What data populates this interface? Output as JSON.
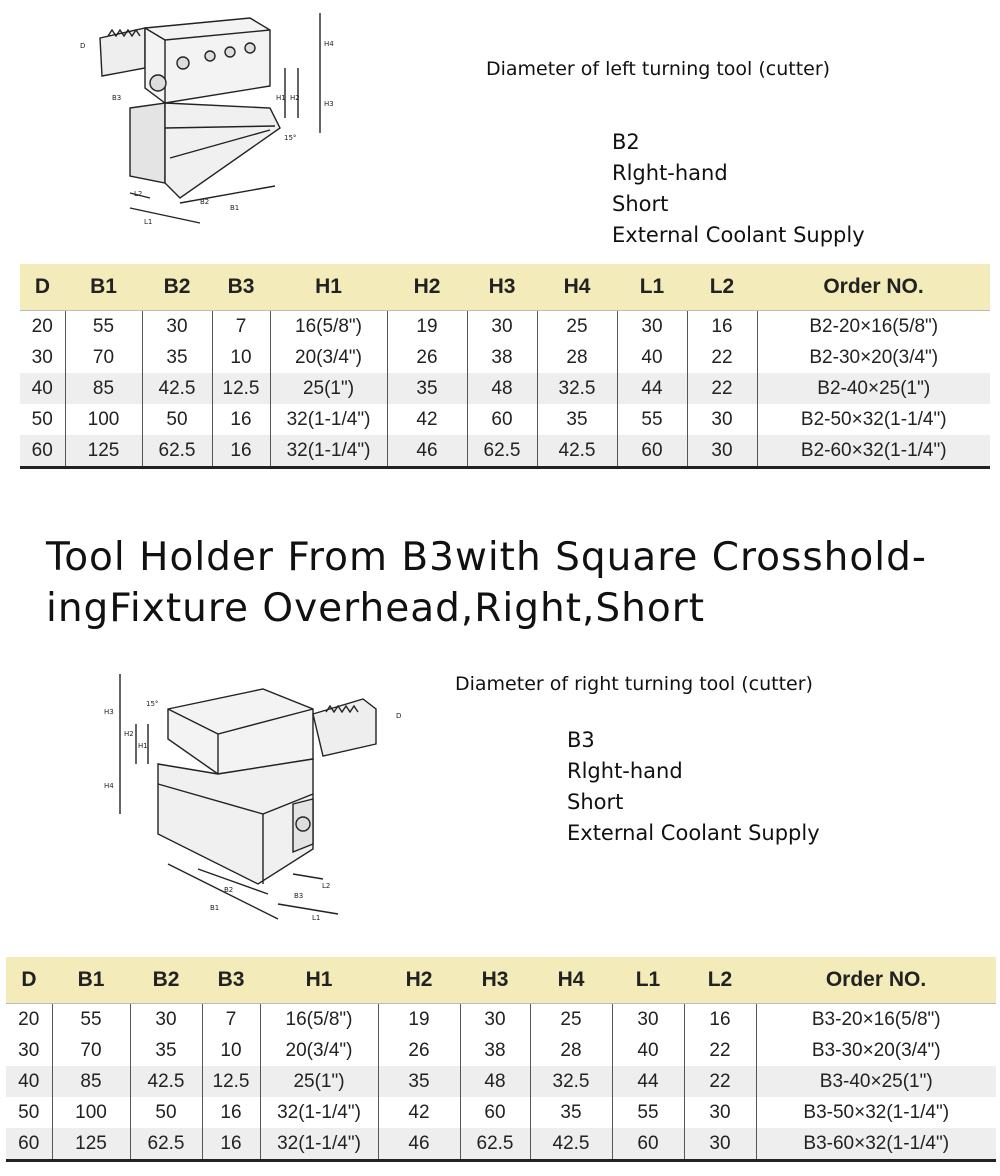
{
  "section1": {
    "caption": "Diameter of left turning tool (cutter)",
    "spec_lines": [
      "B2",
      "Rlght-hand",
      "Short",
      "External Coolant Supply"
    ],
    "drawing_labels": [
      "D",
      "H4",
      "H3",
      "H1",
      "H2",
      "B3",
      "15°",
      "L2",
      "B2",
      "B1",
      "L1"
    ],
    "table": {
      "headers": [
        "D",
        "B1",
        "B2",
        "B3",
        "H1",
        "H2",
        "H3",
        "H4",
        "L1",
        "L2",
        "Order NO."
      ],
      "rows": [
        [
          "20",
          "55",
          "30",
          "7",
          "16(5/8\")",
          "19",
          "30",
          "25",
          "30",
          "16",
          "B2-20×16(5/8\")"
        ],
        [
          "30",
          "70",
          "35",
          "10",
          "20(3/4\")",
          "26",
          "38",
          "28",
          "40",
          "22",
          "B2-30×20(3/4\")"
        ],
        [
          "40",
          "85",
          "42.5",
          "12.5",
          "25(1\")",
          "35",
          "48",
          "32.5",
          "44",
          "22",
          "B2-40×25(1\")"
        ],
        [
          "50",
          "100",
          "50",
          "16",
          "32(1-1/4\")",
          "42",
          "60",
          "35",
          "55",
          "30",
          "B2-50×32(1-1/4\")"
        ],
        [
          "60",
          "125",
          "62.5",
          "16",
          "32(1-1/4\")",
          "46",
          "62.5",
          "42.5",
          "60",
          "30",
          "B2-60×32(1-1/4\")"
        ]
      ]
    }
  },
  "title": "Tool Holder From B3with Square Crosshold-ingFixture Overhead,Right,Short",
  "section2": {
    "caption": "Diameter of right turning tool (cutter)",
    "spec_lines": [
      "B3",
      "Rlght-hand",
      "Short",
      "External Coolant Supply"
    ],
    "drawing_labels": [
      "H3",
      "15°",
      "H2",
      "H1",
      "H4",
      "D",
      "B2",
      "B1",
      "B3",
      "L2",
      "L1"
    ],
    "table": {
      "headers": [
        "D",
        "B1",
        "B2",
        "B3",
        "H1",
        "H2",
        "H3",
        "H4",
        "L1",
        "L2",
        "Order NO."
      ],
      "rows": [
        [
          "20",
          "55",
          "30",
          "7",
          "16(5/8\")",
          "19",
          "30",
          "25",
          "30",
          "16",
          "B3-20×16(5/8\")"
        ],
        [
          "30",
          "70",
          "35",
          "10",
          "20(3/4\")",
          "26",
          "38",
          "28",
          "40",
          "22",
          "B3-30×20(3/4\")"
        ],
        [
          "40",
          "85",
          "42.5",
          "12.5",
          "25(1\")",
          "35",
          "48",
          "32.5",
          "44",
          "22",
          "B3-40×25(1\")"
        ],
        [
          "50",
          "100",
          "50",
          "16",
          "32(1-1/4\")",
          "42",
          "60",
          "35",
          "55",
          "30",
          "B3-50×32(1-1/4\")"
        ],
        [
          "60",
          "125",
          "62.5",
          "16",
          "32(1-1/4\")",
          "46",
          "62.5",
          "42.5",
          "60",
          "30",
          "B3-60×32(1-1/4\")"
        ]
      ]
    }
  }
}
